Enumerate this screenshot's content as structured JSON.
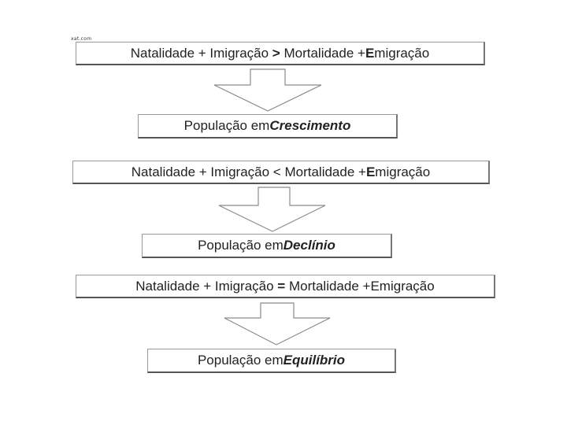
{
  "watermark": "xat.com",
  "stages": [
    {
      "condition": {
        "left": "Natalidade + Imigração",
        "operator": ">",
        "right_pre": "Mortalidade + ",
        "right_first": "E",
        "right_rest": "migração"
      },
      "result": {
        "prefix": "População em ",
        "state": "Crescimento"
      }
    },
    {
      "condition": {
        "left": "Natalidade + Imigração",
        "operator": "<",
        "right_pre": "Mortalidade + ",
        "right_first": "E",
        "right_rest": "migração"
      },
      "result": {
        "prefix": "População em ",
        "state": "Declínio"
      }
    },
    {
      "condition": {
        "left": "Natalidade + Imigração",
        "operator": "=",
        "right_pre": "Mortalidade + ",
        "right_first": "E",
        "right_rest": "migração"
      },
      "result": {
        "prefix": "População em ",
        "state": "Equilíbrio"
      }
    }
  ]
}
